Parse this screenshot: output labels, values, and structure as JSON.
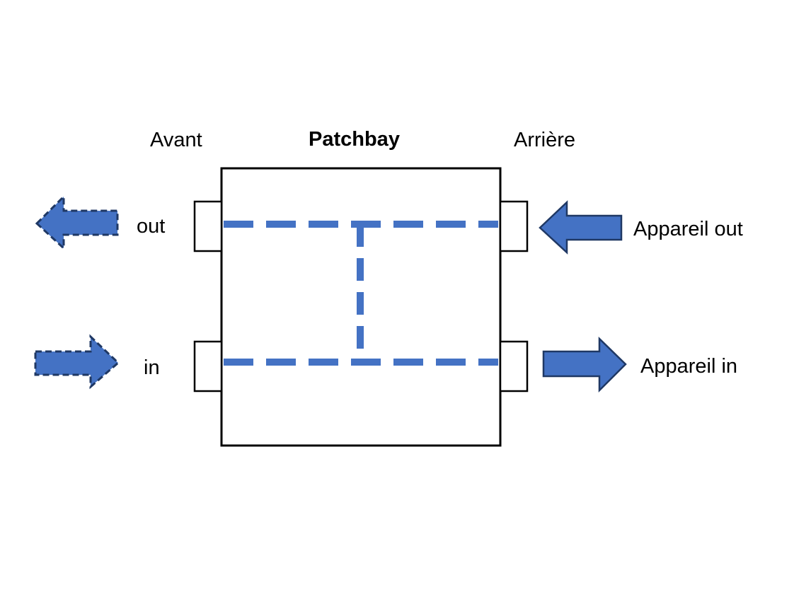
{
  "diagram": {
    "title": "Patchbay",
    "front_label": "Avant",
    "rear_label": "Arrière",
    "front_out_label": "out",
    "front_in_label": "in",
    "device_out_label": "Appareil out",
    "device_in_label": "Appareil in"
  },
  "colors": {
    "accent": "#4472c4",
    "accent_dark": "#1f3864",
    "line": "#000000",
    "background": "#ffffff"
  }
}
